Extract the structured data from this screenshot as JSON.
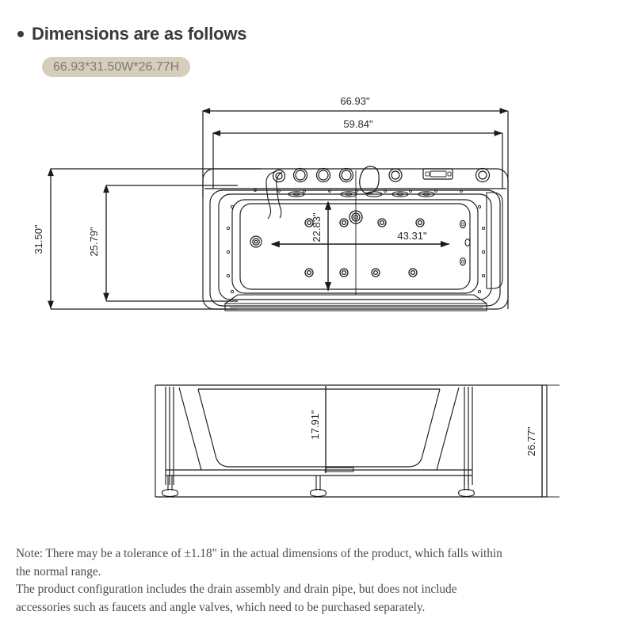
{
  "heading": {
    "bullet_icon": "bullet-dot-icon",
    "title": "Dimensions are as follows"
  },
  "size_badge": {
    "label": "66.93*31.50W*26.77H"
  },
  "colors": {
    "badge_background": "#d6cdba",
    "badge_text": "#7e7a72",
    "heading_text": "#3a3a3a",
    "line": "#1a1a1a",
    "note_text": "#4a4a4a",
    "page_background": "#ffffff"
  },
  "top_view": {
    "name": "bathtub-top-view",
    "dimensions": {
      "overall_length": "66.93\"",
      "inner_length": "59.84\"",
      "overall_width": "31.50\"",
      "inner_width": "25.79\"",
      "basin_width": "22.83\"",
      "basin_length": "43.31\""
    },
    "features": {
      "faucet_knobs": 3,
      "spout": 1,
      "hand_shower": 1,
      "control_panel": 1,
      "corner_port": 1,
      "jets_upper_row": 4,
      "jets_lower_row": 4,
      "drain": 1,
      "side_jets_left": 1,
      "side_jets_right": 3,
      "rim_slots": 5
    }
  },
  "side_view": {
    "name": "bathtub-side-view",
    "dimensions": {
      "basin_depth": "17.91\"",
      "overall_height": "26.77\""
    },
    "features": {
      "adjustable_feet": 3,
      "frame_rails": 2,
      "overflow_slot": 1
    }
  },
  "note": {
    "lines": [
      "Note: There may be a tolerance of ±1.18\" in the actual dimensions of the product, which falls within",
      "the normal range.",
      "The product configuration includes the drain assembly and drain pipe, but does not include",
      "accessories such as faucets and angle valves, which need to be purchased separately."
    ]
  }
}
